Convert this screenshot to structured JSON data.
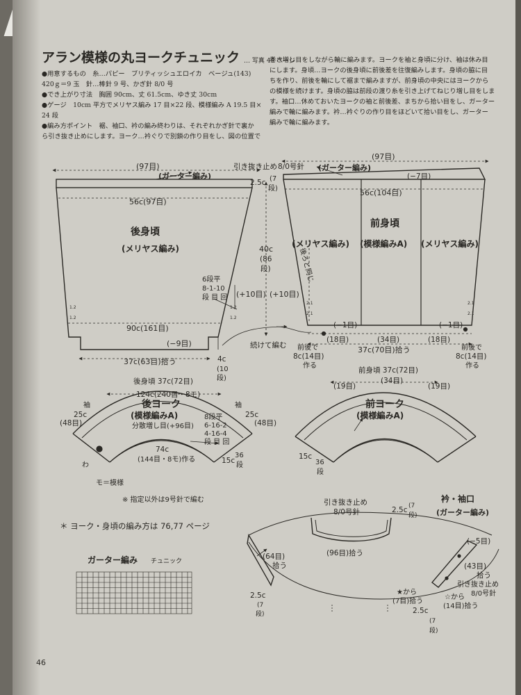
{
  "title": "アラン模様の丸ヨークチュニック",
  "title_ref": "… 写真 44 ページ",
  "materials": [
    "●用意するもの　糸…パピー　ブリティッシュエロイカ　ベージュ(143)",
    "420ｇ＝9 玉　針…棒針 9 号、かぎ針 8/0 号",
    "●でき上がり寸法　胸囲 90cm、丈 61.5cm、ゆき丈 30cm",
    "●ゲージ　10cm 平方でメリヤス編み 17 目×22 段、模様編み A  19.5 目×",
    "24 段",
    "●編み方ポイント　裾、袖口、衿の編み終わりは、それぞれかぎ針で裏か",
    "ら引き抜き止めにします。ヨーク…衿ぐりで別鎖の作り目をし、図の位置で"
  ],
  "instructions": [
    "巻き増し目をしながら輪に編みます。ヨークを袖と身頃に分け、袖は休み目",
    "にします。身頃…ヨークの後身頃に前後差を往復編みします。身頃の脇に目",
    "ちを作り、前後を輪にして裾まで編みますが、前身頃の中央にはヨークから",
    "の模様を続けます。身頃の脇は前段の渡り糸を引き上げてねじり増し目をしま",
    "す。袖口…休めておいたヨークの袖と前後差、まちから拾い目をし、ガーター",
    "編みで輪に編みます。衿…衿ぐりの作り目をほどいて拾い目をし、ガーター",
    "編みで輪に編みます。"
  ],
  "back_body": {
    "width_top": "(97目)",
    "bind_off": "引き抜き止め",
    "garter": "(ガーター編み)",
    "garter_h": "2.5c",
    "garter_rows_a": "(7",
    "garter_rows_b": "段)",
    "mid_width": "56c(97目)",
    "name": "後身頃",
    "stitch": "(メリヤス編み)",
    "inc_a": "6段平",
    "inc_b": "8-1-10",
    "inc_c": "段 目 回",
    "inc_total": "(+10目)",
    "side_mark_1": "1.2",
    "side_mark_2": "1.2",
    "side_mark_3": "1.2",
    "side_mark_4": "1.2",
    "hem_width": "90c(161目)",
    "dec": "(−9目)",
    "pickup": "37c(63目)拾う",
    "gusset_a": "4c",
    "gusset_b": "(10",
    "gusset_c": "段)"
  },
  "center": {
    "length": "40c",
    "rows_a": "(86",
    "rows_b": "段)",
    "inc": "(+10目)",
    "same_back": "後ろと同じ",
    "continue": "続けて編む"
  },
  "front_body": {
    "needle": "8/0号針",
    "garter": "(ガーター編み)",
    "width_top": "(97目)",
    "dec": "(−7目)",
    "mid_width": "56c(104目)",
    "name": "前身頃",
    "stitch_left": "(メリヤス編み)",
    "stitch_center": "(模様編みA)",
    "stitch_right": "(メリヤス編み)",
    "side_mark_1": "2.1",
    "side_mark_2": "2.1",
    "side_mark_3": "2.1",
    "side_mark_4": "2.1",
    "dec_left": "(−1目)",
    "dec_right": "(−1目)",
    "sts_left": "(18目)",
    "sts_center": "(34目)",
    "sts_right": "(18目)",
    "pickup": "37c(70目)拾う",
    "diff_left_a": "前後で",
    "diff_left_b": "8c(14目)",
    "diff_left_c": "作る",
    "diff_right_a": "前後で",
    "diff_right_b": "8c(14目)",
    "diff_right_c": "作る"
  },
  "back_yoke": {
    "back_body": "後身頃 37c(72目)",
    "outer": "124c(240目・8モ)",
    "name": "後ヨーク",
    "pattern": "(模様編みA)",
    "inc": "分散増し目(+96目)",
    "sleeve": "袖",
    "left_w": "25c",
    "left_sts": "(48目)",
    "right_w": "25c",
    "right_sts": "(48目)",
    "sleeve_r": "袖",
    "rows_a": "8段平",
    "rows_b": "6-16-2",
    "rows_c": "4-16-4",
    "rows_d": "段 目 回",
    "inner_a": "74c",
    "inner_b": "(144目・8モ)作る",
    "depth": "15c",
    "depth_rows_a": "36",
    "depth_rows_b": "段",
    "ring": "わ",
    "motif_note": "モ＝模様",
    "needle_note": "※ 指定以外は9号針で編む"
  },
  "front_yoke": {
    "front_body": "前身頃 37c(72目)",
    "sts_left": "(19目)",
    "sts_center": "(34目)",
    "sts_right": "(19目)",
    "name": "前ヨーク",
    "pattern": "(模様編みA)",
    "depth": "15c",
    "depth_rows_a": "36",
    "depth_rows_b": "段"
  },
  "yoke_note": "＊ ヨーク・身頃の編み方は 76,77 ページ",
  "neck_cuff": {
    "title": "衿・袖口",
    "stitch": "(ガーター編み)",
    "bind_off": "引き抜き止め",
    "needle": "8/0号針",
    "neck_h": "2.5c",
    "neck_rows_a": "(7",
    "neck_rows_b": "段)",
    "neck_pickup": "(96目)拾う",
    "left_pickup_a": "(64目)",
    "left_pickup_b": "拾う",
    "left_h": "2.5c",
    "left_rows_a": "(7",
    "left_rows_b": "段)",
    "right_dec": "(−5目)",
    "right_pickup_a": "(43目)",
    "right_pickup_b": "拾う",
    "right_bind": "引き抜き止め",
    "right_needle": "8/0号針",
    "star_a": "★から",
    "star_b": "(7目)拾う",
    "star_c": "☆から",
    "star_d": "(14目)拾う",
    "right_h": "2.5c",
    "right_rows_a": "(7",
    "right_rows_b": "段)"
  },
  "chart": {
    "title": "ガーター編み",
    "subtitle": "チュニック"
  },
  "page_number": "46"
}
